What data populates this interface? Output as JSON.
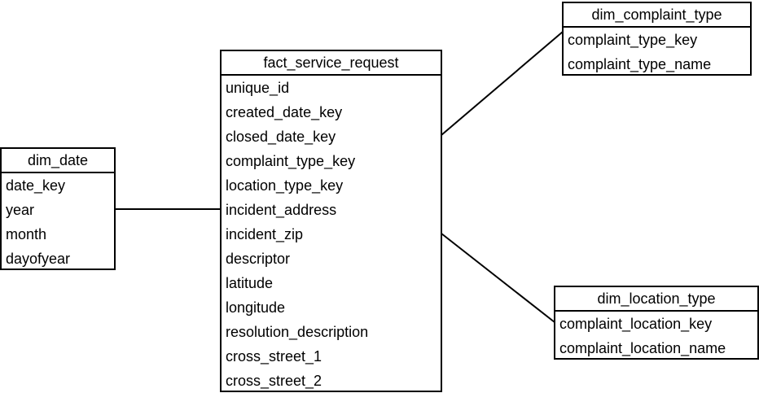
{
  "entities": {
    "dim_date": {
      "name": "dim_date",
      "fields": [
        "date_key",
        "year",
        "month",
        "dayofyear"
      ]
    },
    "fact_service_request": {
      "name": "fact_service_request",
      "fields": [
        "unique_id",
        "created_date_key",
        "closed_date_key",
        "complaint_type_key",
        "location_type_key",
        "incident_address",
        "incident_zip",
        "descriptor",
        "latitude",
        "longitude",
        "resolution_description",
        "cross_street_1",
        "cross_street_2"
      ]
    },
    "dim_complaint_type": {
      "name": "dim_complaint_type",
      "fields": [
        "complaint_type_key",
        "complaint_type_name"
      ]
    },
    "dim_location_type": {
      "name": "dim_location_type",
      "fields": [
        "complaint_location_key",
        "complaint_location_name"
      ]
    }
  },
  "relationships": [
    {
      "from": "dim_date",
      "to": "fact_service_request"
    },
    {
      "from": "fact_service_request",
      "to": "dim_complaint_type"
    },
    {
      "from": "fact_service_request",
      "to": "dim_location_type"
    }
  ],
  "colors": {
    "line": "#000000",
    "background": "#ffffff"
  }
}
